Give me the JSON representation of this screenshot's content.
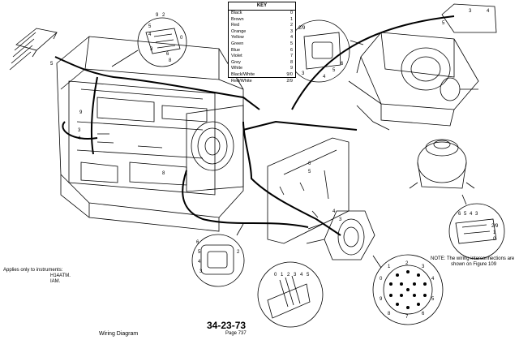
{
  "key": {
    "title": "KEY",
    "rows": [
      {
        "color": "Black",
        "code": "0"
      },
      {
        "color": "Brown",
        "code": "1"
      },
      {
        "color": "Red",
        "code": "2"
      },
      {
        "color": "Orange",
        "code": "3"
      },
      {
        "color": "Yellow",
        "code": "4"
      },
      {
        "color": "Green",
        "code": "5"
      },
      {
        "color": "Blue",
        "code": "6"
      },
      {
        "color": "Violet",
        "code": "7"
      },
      {
        "color": "Grey",
        "code": "8"
      },
      {
        "color": "White",
        "code": "9"
      },
      {
        "color": "Black/White",
        "code": "9/0"
      },
      {
        "color": "Red/White",
        "code": "2/9"
      }
    ]
  },
  "notes": {
    "applies_line1": "Applies only to instruments:",
    "applies_line2": "H14ATM.",
    "applies_line3": "IAM.",
    "note_line1": "NOTE: The wiring interconnections are",
    "note_line2": "shown on Figure 109"
  },
  "footer": {
    "doc_number": "34-23-73",
    "page": "Page 737",
    "title": "Wiring Diagram"
  },
  "callouts": {
    "tl": [
      "9",
      "2",
      "5",
      "4",
      "3",
      "0",
      "6",
      "8",
      "5"
    ],
    "tr": [
      "2/9",
      "0",
      "1",
      "8",
      "3",
      "4",
      "5",
      "6"
    ],
    "trr": [
      "3",
      "4",
      "5"
    ],
    "mid": [
      "8",
      "9",
      "3",
      "4"
    ],
    "conn": [
      "6",
      "5",
      "4",
      "3"
    ],
    "motor": [
      "6",
      "5",
      "4",
      "3",
      "0",
      "1",
      "2/9"
    ],
    "bl": [
      "6",
      "5",
      "4",
      "3",
      "2"
    ],
    "bm": [
      "0",
      "1",
      "2",
      "3",
      "4",
      "5"
    ],
    "br": [
      "2",
      "3",
      "4",
      "5",
      "6",
      "7",
      "8",
      "9",
      "0",
      "1"
    ]
  }
}
